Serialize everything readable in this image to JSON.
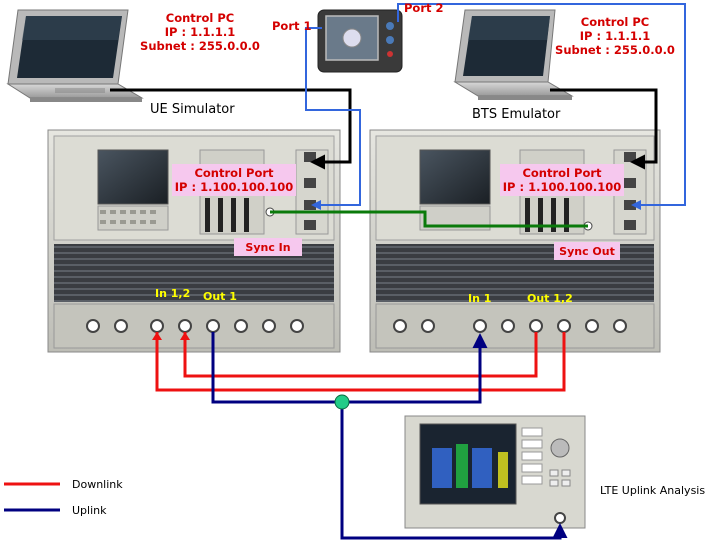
{
  "control_pc_left": {
    "title": "Control PC",
    "ip": "IP : 1.1.1.1",
    "subnet": "Subnet : 255.0.0.0"
  },
  "control_pc_right": {
    "title": "Control PC",
    "ip": "IP : 1.1.1.1",
    "subnet": "Subnet : 255.0.0.0"
  },
  "hub": {
    "port1": "Port 1",
    "port2": "Port 2"
  },
  "ue": {
    "name": "UE Simulator",
    "control_port_title": "Control Port",
    "control_port_ip": "IP : 1.100.100.100",
    "sync_label": "Sync In",
    "in_label": "In 1,2",
    "out_label": "Out 1"
  },
  "bts": {
    "name": "BTS Emulator",
    "control_port_title": "Control Port",
    "control_port_ip": "IP : 1.100.100.100",
    "sync_label": "Sync Out",
    "in_label": "In 1",
    "out_label": "Out 1,2"
  },
  "analyzer": {
    "label": "LTE Uplink Analysis"
  },
  "legend": {
    "downlink": "Downlink",
    "uplink": "Uplink"
  },
  "colors": {
    "downlink": "#ee1111",
    "uplink": "#000080",
    "ethernet_blue": "#3366dd",
    "ethernet_black": "#000000",
    "sync": "#0a7a0a",
    "junction": "#22cc88"
  }
}
